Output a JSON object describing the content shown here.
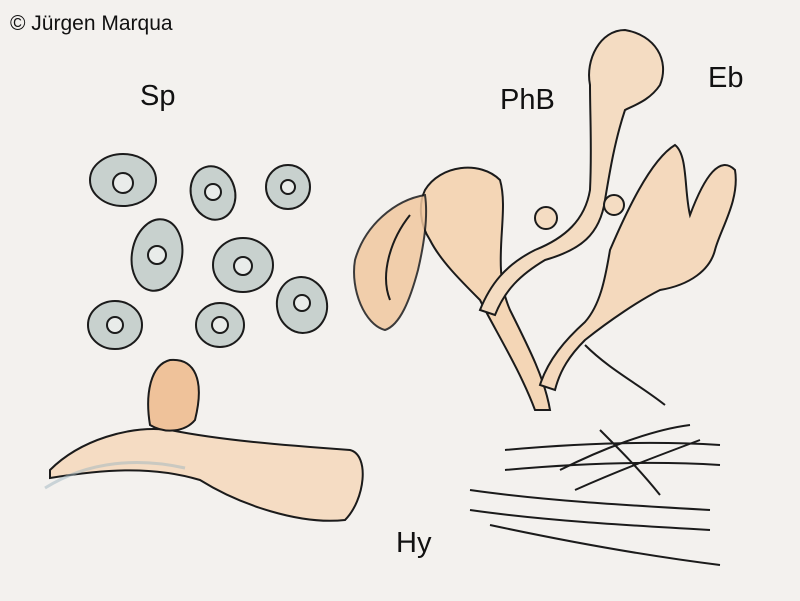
{
  "credit": "© Jürgen Marqua",
  "labels": {
    "spores": "Sp",
    "phialide_base": "PhB",
    "end_branches": "Eb",
    "hyphae": "Hy"
  },
  "colors": {
    "paper": "#f3f1ee",
    "flesh": "#f3d9bd",
    "flesh_dark": "#eeb98e",
    "spore": "#c9d2cf",
    "ink": "#161616"
  }
}
